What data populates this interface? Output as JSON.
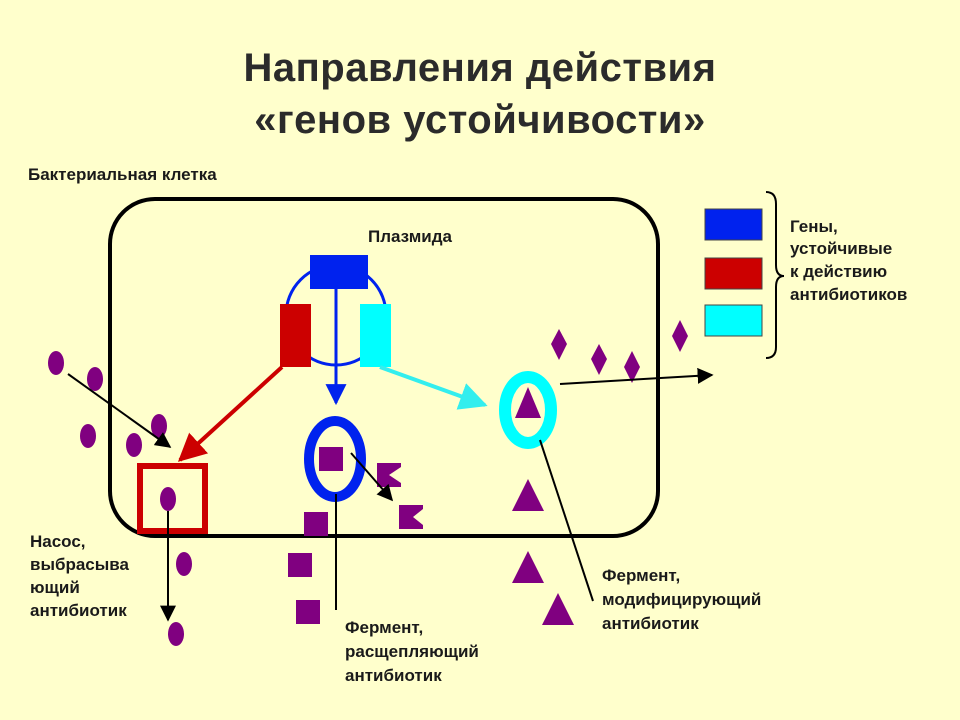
{
  "title": {
    "line1": "Направления действия",
    "line2": "«генов устойчивости»"
  },
  "labels": {
    "cell": "Бактериальная клетка",
    "plasmid": "Плазмида"
  },
  "legend": {
    "gene_colors": [
      "#0022ee",
      "#cc0000",
      "#00ffff"
    ],
    "text_lines": [
      "Гены,",
      "устойчивые",
      "к действию",
      "антибиотиков"
    ]
  },
  "pump": {
    "lines": [
      "Насос,",
      "выбрасыва",
      "ющий",
      "антибиотик"
    ]
  },
  "splitting_enzyme": {
    "lines": [
      "Фермент,",
      "расщепляющий",
      "антибиотик"
    ]
  },
  "modifying_enzyme": {
    "lines": [
      "Фермент,",
      "модифицирующий",
      "антибиотик"
    ]
  },
  "colors": {
    "background": "#ffffcc",
    "antibiotic": "#800080",
    "cell_outline": "#000000"
  }
}
